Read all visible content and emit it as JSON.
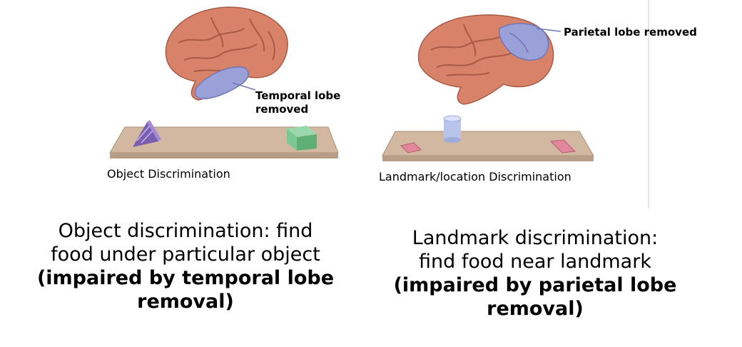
{
  "left_panel": {
    "lesion_label_line1": "Temporal lobe",
    "lesion_label_line2": "removed",
    "task_label": "Object Discrimination",
    "caption_line1": "Object discrimination: find",
    "caption_line2": "food under particular object",
    "caption_bold": "(impaired by temporal lobe removal)"
  },
  "right_panel": {
    "lesion_label": "Parietal lobe removed",
    "task_label": "Landmark/location Discrimination",
    "caption_line1": "Landmark discrimination:",
    "caption_line2": "find food near landmark",
    "caption_bold": "(impaired by parietal lobe removal)"
  },
  "colors": {
    "brain": "#d9826a",
    "lesion": "#9aa0d8",
    "board": "#d2b8a0",
    "prism": "#8a6fbf",
    "cube": "#6fbf86",
    "cylinder": "#b8c4ea",
    "marker": "#e2879c"
  }
}
